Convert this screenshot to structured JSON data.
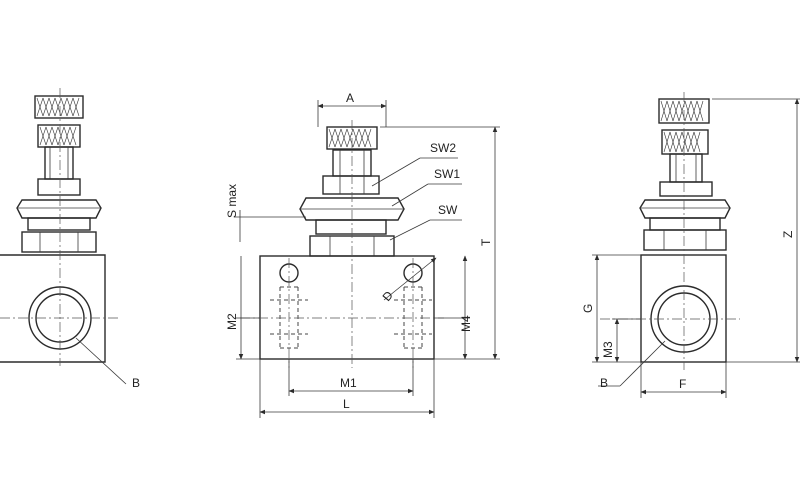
{
  "labels": {
    "A": "A",
    "SW2": "SW2",
    "SW1": "SW1",
    "SW": "SW",
    "S_max": "S max",
    "D": "D",
    "T": "T",
    "M2": "M2",
    "M4": "M4",
    "M1": "M1",
    "L": "L",
    "B_left": "B",
    "Z": "Z",
    "G": "G",
    "M3": "M3",
    "B_right": "B",
    "F": "F"
  }
}
